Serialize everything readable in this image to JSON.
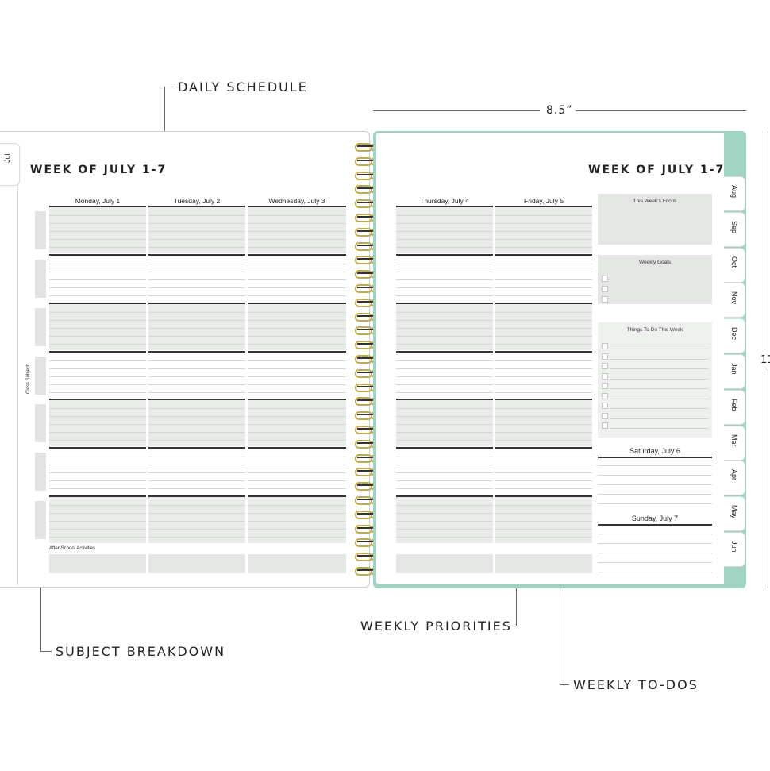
{
  "callouts": {
    "daily_schedule": "DAILY SCHEDULE",
    "subject_breakdown": "SUBJECT BREAKDOWN",
    "weekly_priorities": "WEEKLY PRIORITIES",
    "weekly_todos": "WEEKLY TO-DOS"
  },
  "dimensions": {
    "width_label": "8.5”",
    "height_label": "11"
  },
  "left_page": {
    "tab_label": "Jul",
    "week_title": "WEEK OF JULY 1-7",
    "days": [
      "Monday, July 1",
      "Tuesday, July 2",
      "Wednesday, July 3"
    ],
    "class_subject_label": "Class Subject",
    "after_school_label": "After-School Activities"
  },
  "right_page": {
    "week_title": "WEEK OF JULY 1-7",
    "days": [
      "Thursday, July 4",
      "Friday, July 5"
    ],
    "focus_title": "This Week's Focus",
    "goals_title": "Weekly Goals",
    "todo_title": "Things To Do This Week",
    "saturday": "Saturday, July 6",
    "sunday": "Sunday, July 7"
  },
  "month_tabs": [
    "Aug",
    "Sep",
    "Oct",
    "Nov",
    "Dec",
    "Jan",
    "Feb",
    "Mar",
    "Apr",
    "May",
    "Jun"
  ],
  "colors": {
    "cover": "#9fd3c2",
    "coil": "#c5a84a",
    "shade": "#e2e4e2"
  }
}
